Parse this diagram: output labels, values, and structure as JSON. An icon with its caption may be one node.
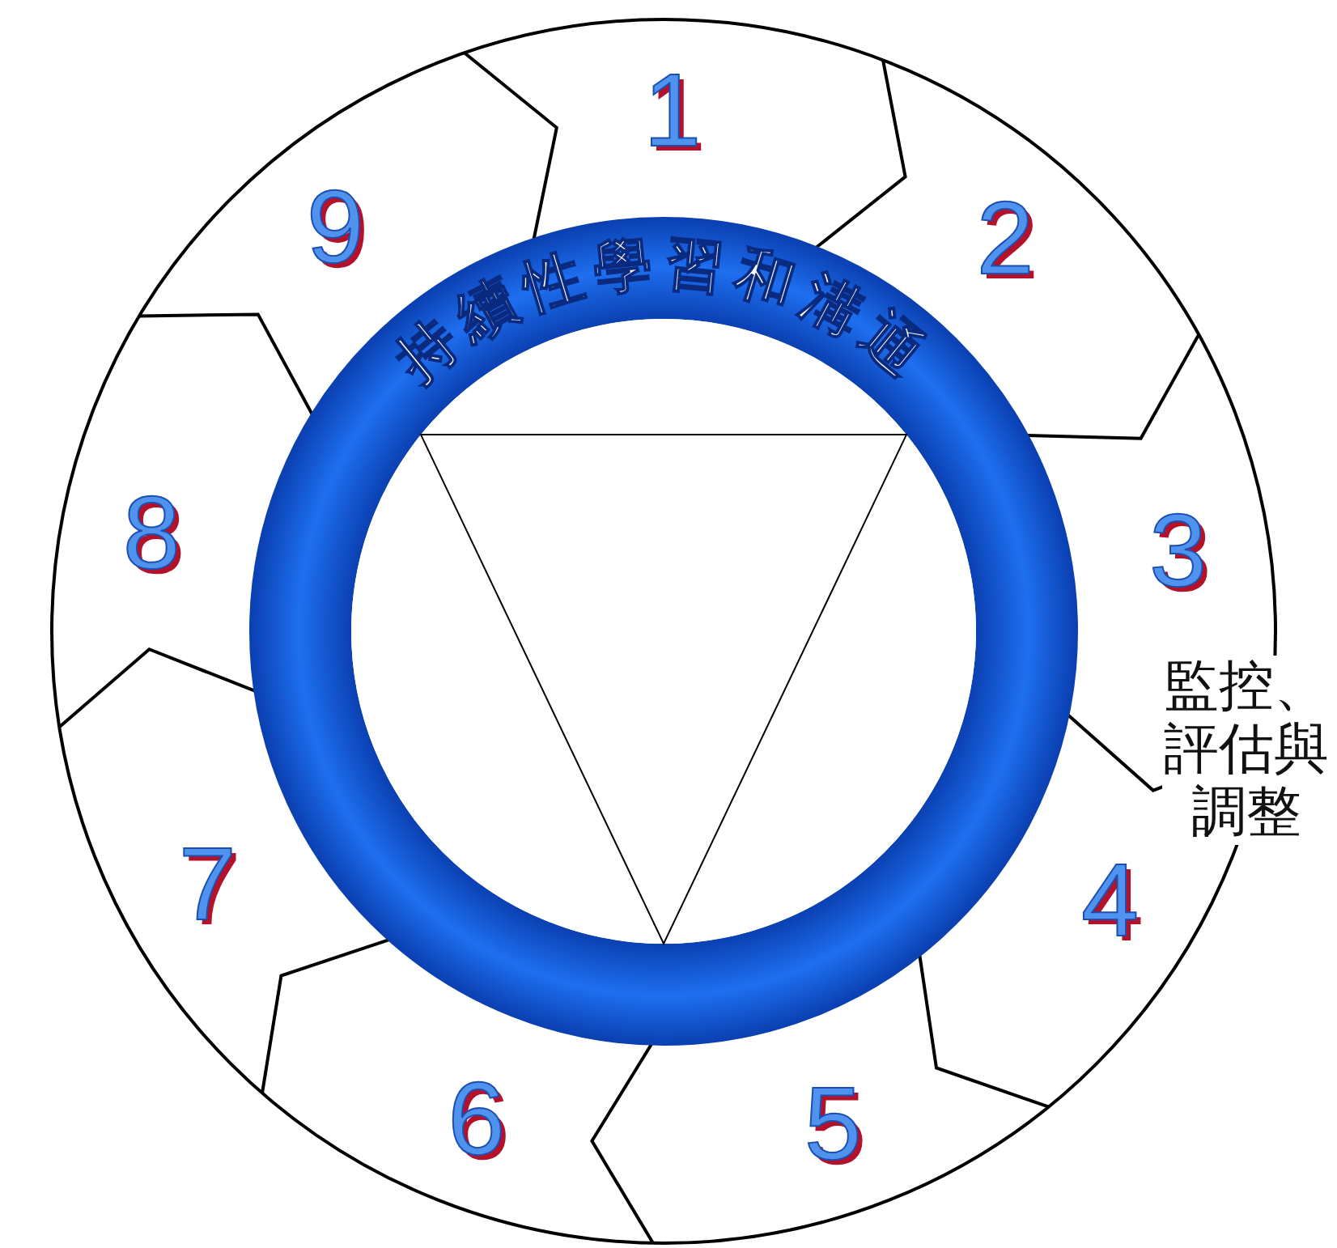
{
  "diagram": {
    "nodes": [
      {
        "text": [
          "1"
        ]
      },
      {
        "text": [
          "2"
        ]
      },
      {
        "text": [
          "3"
        ]
      },
      {
        "text": [
          "4"
        ],
        "beside": [
          "監控、評估與調整"
        ]
      },
      {
        "text": [
          "5"
        ]
      },
      {
        "text": [
          "6"
        ]
      },
      {
        "text": [
          "7"
        ]
      },
      {
        "text": [
          "8"
        ]
      },
      {
        "text": [
          "9"
        ]
      },
      {
        "text": [
          "持續性學習和溝通"
        ]
      }
    ]
  }
}
